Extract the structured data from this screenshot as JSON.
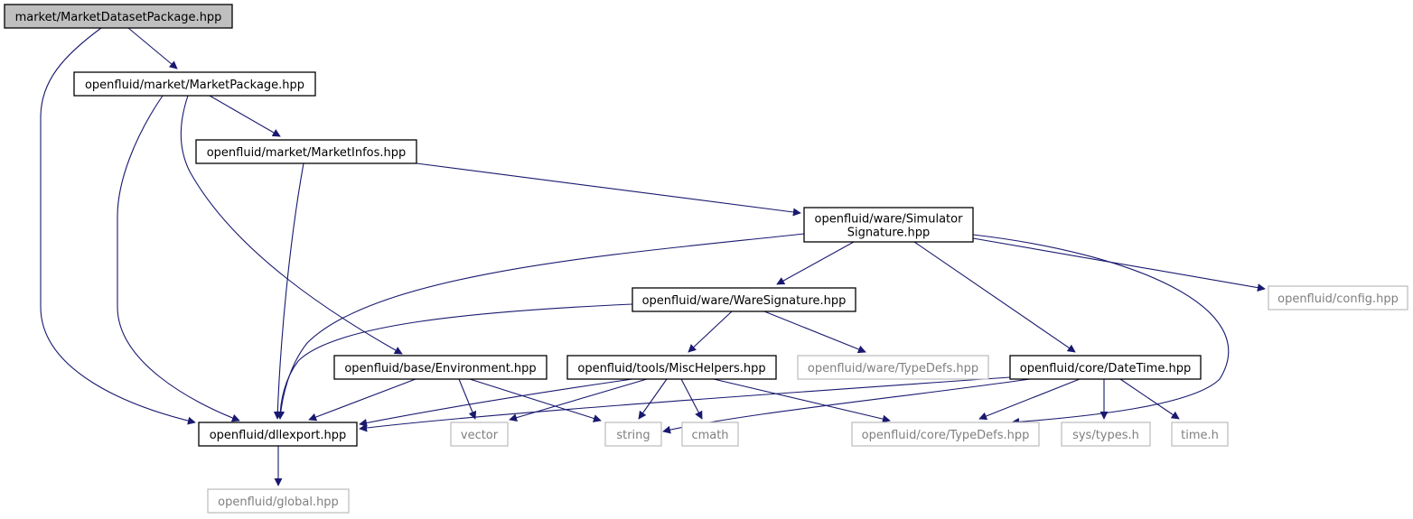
{
  "diagram": {
    "type": "include-dependency-graph",
    "edge_color": "#191970",
    "root_fill": "#bfbfbf",
    "external_border": "#bfbfbf",
    "external_text": "#7f7f7f",
    "nodes": {
      "root": {
        "lines": [
          "market/MarketDatasetPackage.hpp"
        ],
        "kind": "root"
      },
      "marketpackage": {
        "lines": [
          "openfluid/market/MarketPackage.hpp"
        ],
        "kind": "documented"
      },
      "marketinfos": {
        "lines": [
          "openfluid/market/MarketInfos.hpp"
        ],
        "kind": "documented"
      },
      "simsig": {
        "lines": [
          "openfluid/ware/Simulator",
          "Signature.hpp"
        ],
        "kind": "documented"
      },
      "waresig": {
        "lines": [
          "openfluid/ware/WareSignature.hpp"
        ],
        "kind": "documented"
      },
      "config": {
        "lines": [
          "openfluid/config.hpp"
        ],
        "kind": "external"
      },
      "environment": {
        "lines": [
          "openfluid/base/Environment.hpp"
        ],
        "kind": "documented"
      },
      "mischelpers": {
        "lines": [
          "openfluid/tools/MiscHelpers.hpp"
        ],
        "kind": "documented"
      },
      "waretypedefs": {
        "lines": [
          "openfluid/ware/TypeDefs.hpp"
        ],
        "kind": "external"
      },
      "datetime": {
        "lines": [
          "openfluid/core/DateTime.hpp"
        ],
        "kind": "documented"
      },
      "dllexport": {
        "lines": [
          "openfluid/dllexport.hpp"
        ],
        "kind": "documented"
      },
      "vector": {
        "lines": [
          "vector"
        ],
        "kind": "external"
      },
      "string": {
        "lines": [
          "string"
        ],
        "kind": "external"
      },
      "cmath": {
        "lines": [
          "cmath"
        ],
        "kind": "external"
      },
      "coretypedefs": {
        "lines": [
          "openfluid/core/TypeDefs.hpp"
        ],
        "kind": "external"
      },
      "systypes": {
        "lines": [
          "sys/types.h"
        ],
        "kind": "external"
      },
      "timeh": {
        "lines": [
          "time.h"
        ],
        "kind": "external"
      },
      "global": {
        "lines": [
          "openfluid/global.hpp"
        ],
        "kind": "external"
      }
    },
    "edges": [
      [
        "root",
        "marketpackage"
      ],
      [
        "root",
        "dllexport"
      ],
      [
        "marketpackage",
        "marketinfos"
      ],
      [
        "marketpackage",
        "dllexport"
      ],
      [
        "marketpackage",
        "environment"
      ],
      [
        "marketinfos",
        "simsig"
      ],
      [
        "marketinfos",
        "dllexport"
      ],
      [
        "simsig",
        "dllexport"
      ],
      [
        "simsig",
        "waresig"
      ],
      [
        "simsig",
        "config"
      ],
      [
        "simsig",
        "datetime"
      ],
      [
        "simsig",
        "coretypedefs"
      ],
      [
        "waresig",
        "dllexport"
      ],
      [
        "waresig",
        "mischelpers"
      ],
      [
        "waresig",
        "waretypedefs"
      ],
      [
        "environment",
        "dllexport"
      ],
      [
        "environment",
        "vector"
      ],
      [
        "environment",
        "string"
      ],
      [
        "mischelpers",
        "dllexport"
      ],
      [
        "mischelpers",
        "vector"
      ],
      [
        "mischelpers",
        "string"
      ],
      [
        "mischelpers",
        "cmath"
      ],
      [
        "mischelpers",
        "coretypedefs"
      ],
      [
        "datetime",
        "dllexport"
      ],
      [
        "datetime",
        "string"
      ],
      [
        "datetime",
        "coretypedefs"
      ],
      [
        "datetime",
        "systypes"
      ],
      [
        "datetime",
        "timeh"
      ],
      [
        "dllexport",
        "global"
      ]
    ]
  }
}
